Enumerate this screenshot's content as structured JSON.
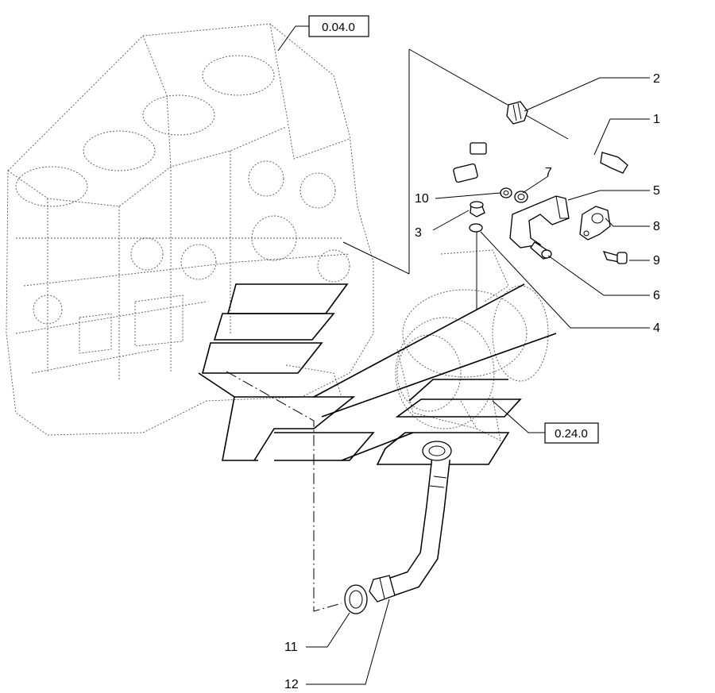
{
  "references": {
    "block": "0.04.0",
    "turbo": "0.24.0"
  },
  "callouts": [
    "1",
    "2",
    "3",
    "4",
    "5",
    "6",
    "7",
    "8",
    "9",
    "10",
    "11",
    "12"
  ]
}
